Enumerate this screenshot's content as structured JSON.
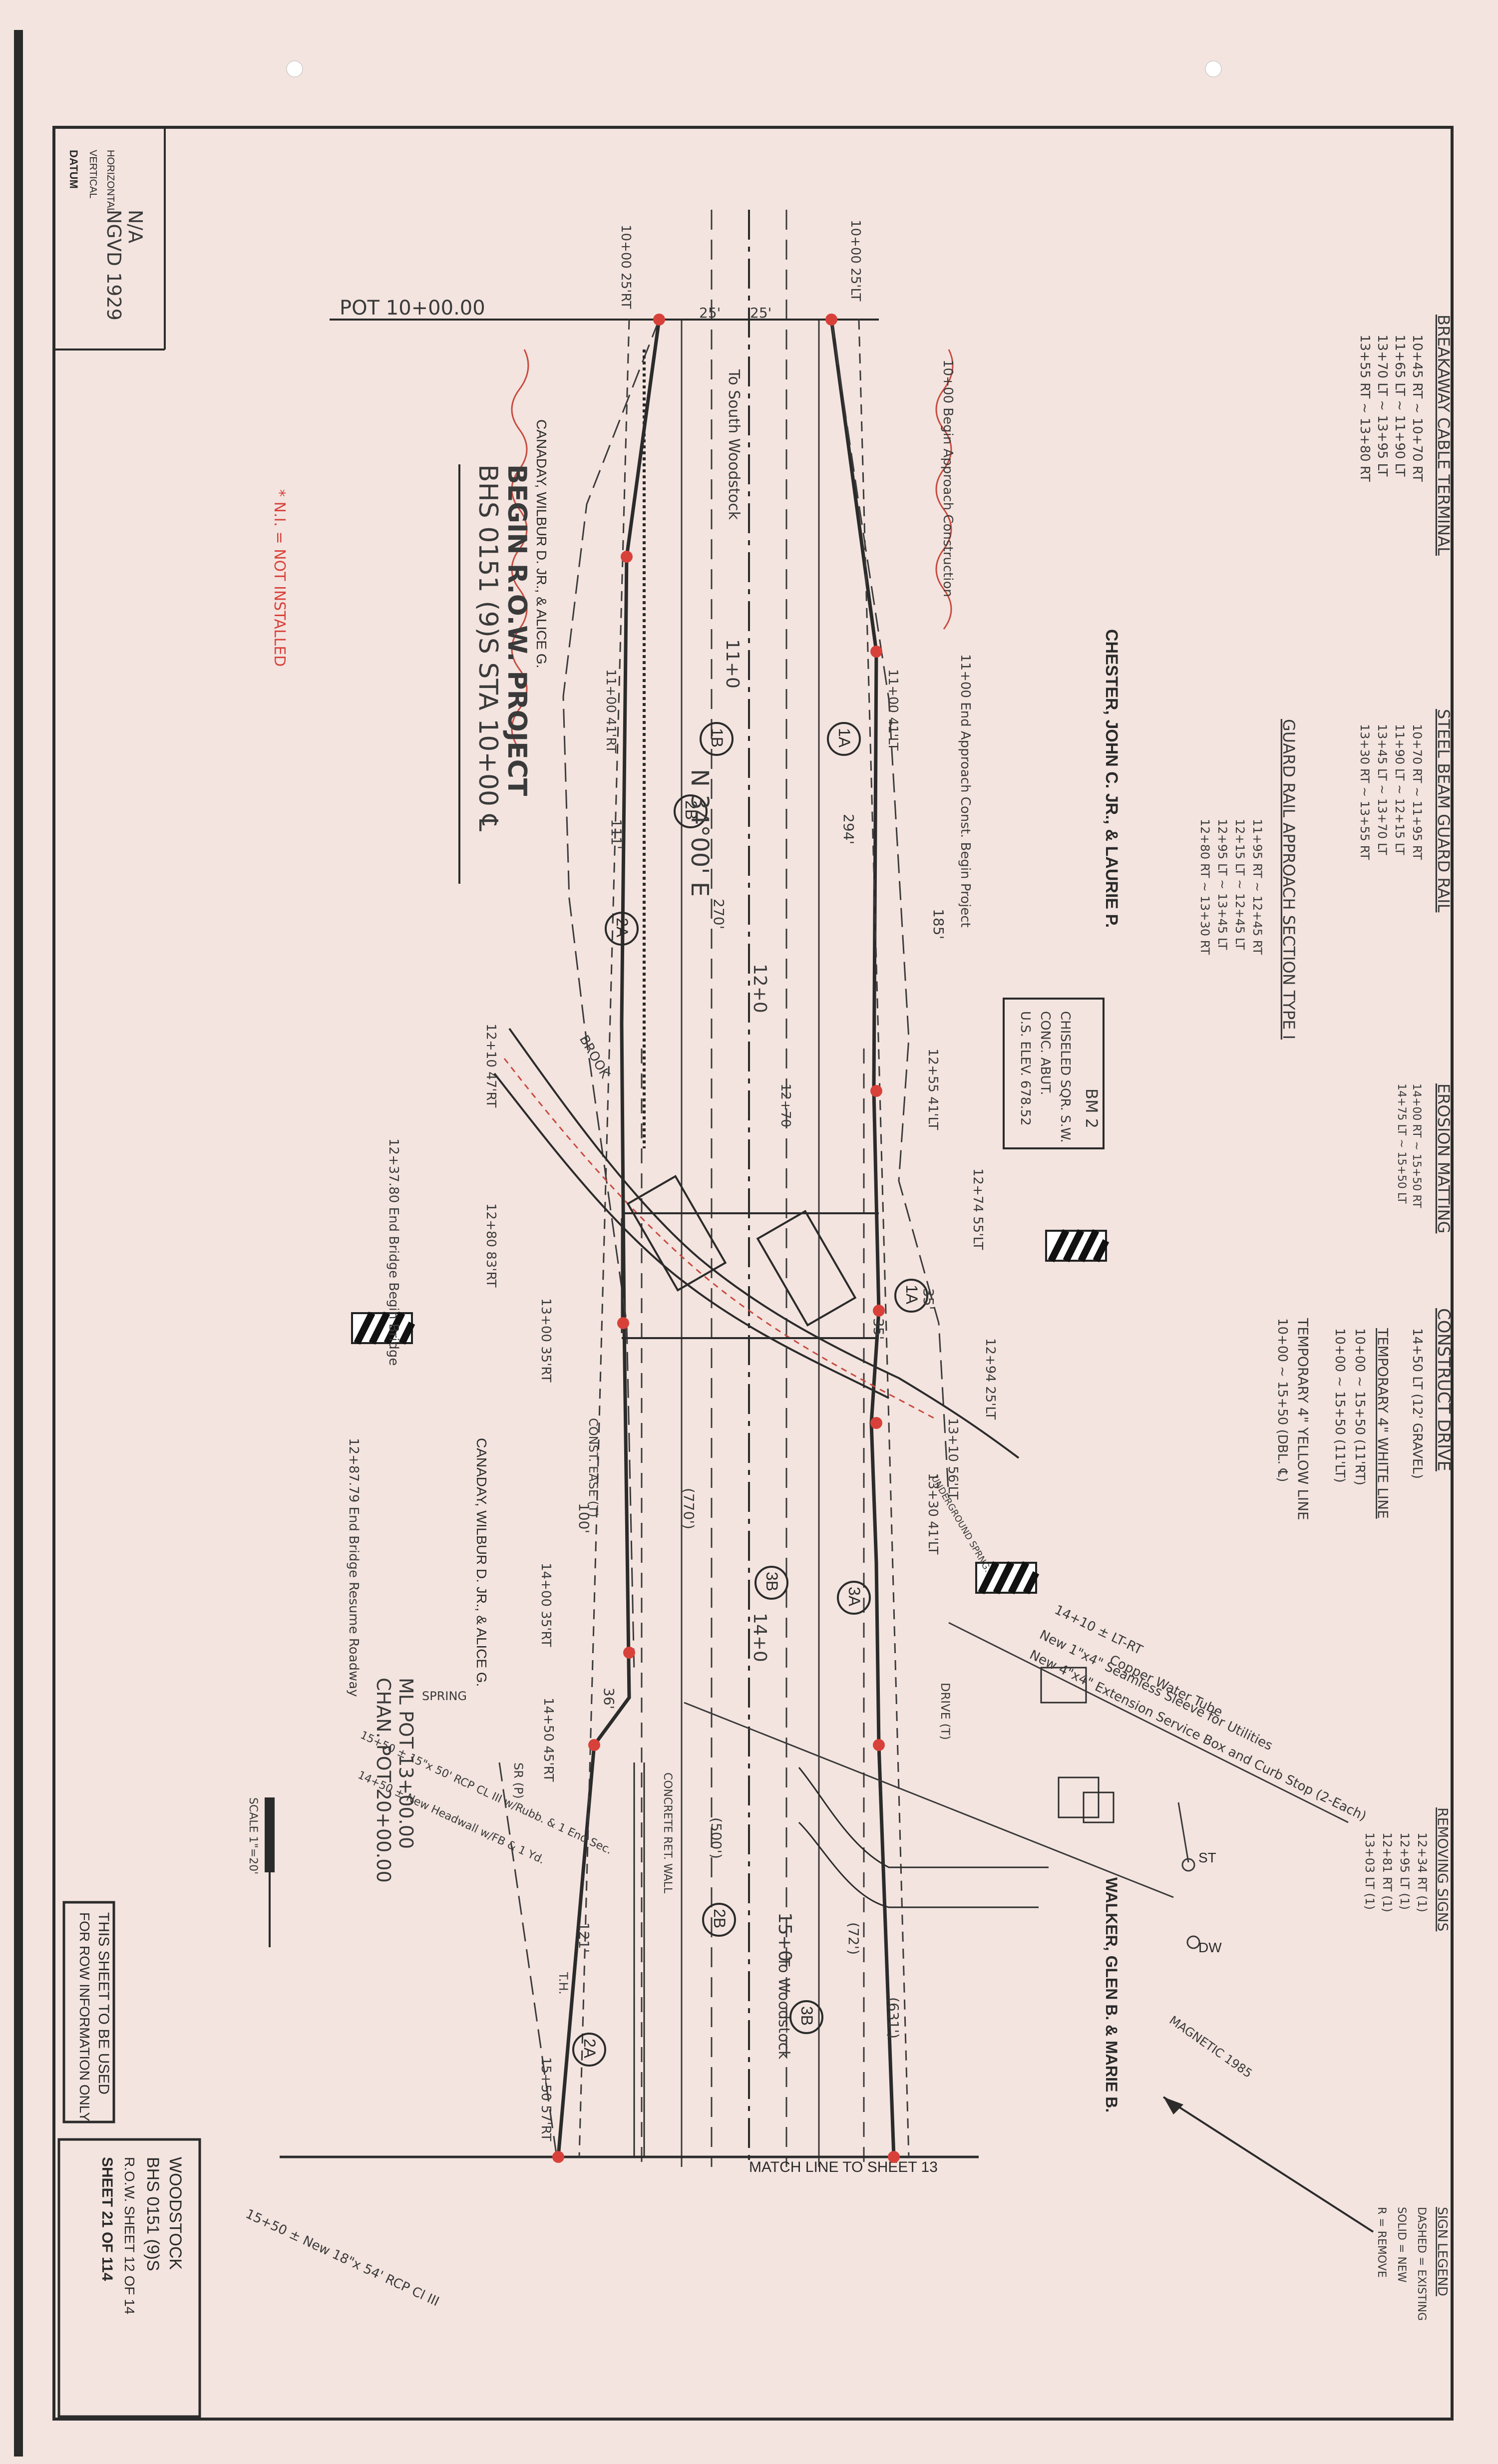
{
  "datum": {
    "label": "DATUM",
    "vertical_label": "VERTICAL",
    "horizontal_label": "HORIZONTAL",
    "vertical_value": "NGVD 1929",
    "horizontal_value": "N/A"
  },
  "title_block": {
    "line1": "WOODSTOCK",
    "line2": "BHS 0151 (9)S",
    "line3": "R.O.W. SHEET 12 OF 14",
    "line4": "SHEET 21 OF 114"
  },
  "row_note": {
    "line1": "THIS SHEET TO BE USED",
    "line2": "FOR ROW INFORMATION ONLY"
  },
  "legend_blocks": {
    "breakaway": {
      "title": "BREAKAWAY CABLE TERMINAL",
      "lines": [
        "10+45 RT ~ 10+70 RT",
        "11+65 LT ~ 11+90 LT",
        "13+70 LT ~ 13+95 LT",
        "13+55 RT ~ 13+80 RT"
      ]
    },
    "steel_beam": {
      "title": "STEEL BEAM GUARD RAIL",
      "lines": [
        "10+70 RT ~ 11+95 RT",
        "11+90 LT ~ 12+15 LT",
        "13+45 LT ~ 13+70 LT",
        "13+30 RT ~ 13+55 RT"
      ]
    },
    "guard_rail": {
      "title": "GUARD RAIL APPROACH SECTION TYPE I",
      "lines": [
        "11+95 RT ~ 12+45 RT",
        "12+15 LT ~ 12+45 LT",
        "12+95 LT ~ 13+45 LT",
        "12+80 RT ~ 13+30 RT"
      ]
    },
    "erosion": {
      "title": "EROSION MATTING",
      "lines": [
        "14+00 RT ~ 15+50 RT",
        "14+75 LT ~ 15+50 LT"
      ]
    },
    "construct_drive": {
      "title": "CONSTRUCT DRIVE",
      "lines": [
        "14+50 LT (12' GRAVEL)"
      ]
    },
    "temporary_white": {
      "title": "TEMPORARY 4\" WHITE LINE",
      "lines": [
        "10+00 ~ 15+50 (11'RT)",
        "10+00 ~ 15+50 (11'LT)"
      ]
    },
    "temporary_yellow": {
      "title": "TEMPORARY 4\" YELLOW LINE",
      "lines": [
        "10+00 ~ 15+50 (DBL. ℄)"
      ]
    },
    "remove_signs": {
      "title": "REMOVING SIGNS",
      "lines": [
        "12+34 RT (1)",
        "12+95 LT (1)",
        "12+81 RT (1)",
        "13+03 LT (1)"
      ]
    },
    "sign_legend": {
      "title": "SIGN LEGEND",
      "lines": [
        "DASHED = EXISTING",
        "SOLID = NEW",
        "R = REMOVE"
      ]
    }
  },
  "labels": {
    "pot": "POT 10+00.00",
    "begin_row": "BEGIN R.O.W. PROJECT",
    "begin_sta": "BHS 0151 (9)S STA 10+00 ℄",
    "ni_note": "* N.I. = NOT INSTALLED",
    "owner_chester": "CHESTER, JOHN C. JR., & LAURIE P.",
    "owner_canaday1": "CANADAY, WILBUR D. JR., & ALICE G.",
    "owner_canaday2": "CANADAY, WILBUR D. JR., & ALICE G.",
    "owner_walker": "WALKER, GLEN B. & MARIE B.",
    "bearing": "N 34°00' E",
    "to_south": "To South Woodstock",
    "to_woodstock": "To Woodstock",
    "match_line": "MATCH LINE TO SHEET 13",
    "ml_pot": "ML POT 13+00.00",
    "chan_pot": "CHAN. POT 20+00.00",
    "bm_title": "BM 2",
    "bm_line1": "CHISELED SQR. S.W.",
    "bm_line2": "CONC. ABUT.",
    "bm_line3": "U.S. ELEV. 678.52",
    "copper_note1": "14+10 ± LT-RT",
    "copper_note2": "Copper Water Tube",
    "copper_note3": "New 1\"x4\" Seamless Sleeve for Utilities",
    "copper_note4": "New 4\"x4\" Extension Service Box and Curb Stop (2-Each)",
    "magnetic": "MAGNETIC 1985",
    "scale": "SCALE 1\"=20'",
    "begin_approach": "10+00 Begin Approach Construction",
    "end_approach": "11+00 End Approach Const. Begin Project",
    "end_bridge": "12+37.80 End Bridge Begin Bridge",
    "end_bridge2": "12+87.79 End Bridge Resume Roadway",
    "concrete_wall": "CONCRETE RET. WALL",
    "const_ease": "CONST. EASE (T)",
    "drive": "DRIVE (T)",
    "spring": "SPRING",
    "sr_p": "SR (P)",
    "brook": "BROOK",
    "underground": "UNDERGROUND SPRNG.",
    "th": "T.H.",
    "rcp1": "15+50 ± New 18\"x 54' RCP Cl III",
    "rcp2": "15+50 ± 15\"x 50' RCP CL III w/Rubb. & 1 End Sec.",
    "rcp3": "14+50 ± New Headwall w/FB & 1 Yd.",
    "stations": {
      "s1000_lt": "10+00 25'LT",
      "s1000_rt": "10+00 25'RT",
      "s1100_lt": "11+00 41'LT",
      "s1100_rt": "11+00 41'RT",
      "s1255_lt": "12+55 41'LT",
      "s1274_lt": "12+74 55'LT",
      "s1210_rt": "12+10 47'RT",
      "s1280_rt": "12+80 83'RT",
      "s1300_rt": "13+00 35'RT",
      "s1294_lt": "12+94 25'LT",
      "s1310_lt": "13+10 56'LT",
      "s1330_lt": "13+30 41'LT",
      "s1400_rt": "14+00 35'RT",
      "s1450_rt": "14+50 45'RT",
      "s1550_rt": "15+50 57'RT",
      "s1270": "12+70",
      "s1200p": "12+0",
      "s1100p": "11+0",
      "s1400p": "14+0",
      "s1500p": "15+0"
    },
    "parcels": [
      "1A",
      "1B",
      "2B",
      "2A",
      "1A",
      "3A",
      "3B",
      "2B",
      "3B",
      "2A"
    ],
    "distances": [
      "294'",
      "270'",
      "185'",
      "(770')",
      "(500')",
      "(72')",
      "(631')",
      "25'",
      "25'",
      "35'",
      "35'",
      "36'",
      "100'",
      "121'",
      "111'"
    ]
  },
  "colors": {
    "paper": "#f3e4df",
    "ink": "#2b2b2b",
    "red": "#d8413a"
  }
}
